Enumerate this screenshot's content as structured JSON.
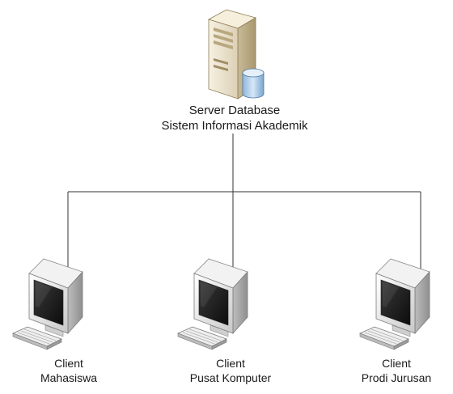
{
  "server": {
    "line1": "Server Database",
    "line2": "Sistem Informasi Akademik",
    "icon": "database-server-icon"
  },
  "clients": [
    {
      "line1": "Client",
      "line2": "Mahasiswa",
      "icon": "desktop-computer-icon"
    },
    {
      "line1": "Client",
      "line2": "Pusat Komputer",
      "icon": "desktop-computer-icon"
    },
    {
      "line1": "Client",
      "line2": "Prodi Jurusan",
      "icon": "desktop-computer-icon"
    }
  ],
  "colors": {
    "line": "#333333",
    "server_body": "#ece3cf",
    "database": "#a9c9e8",
    "monitor_body": "#e6e6e6",
    "screen": "#1c1c1c"
  }
}
